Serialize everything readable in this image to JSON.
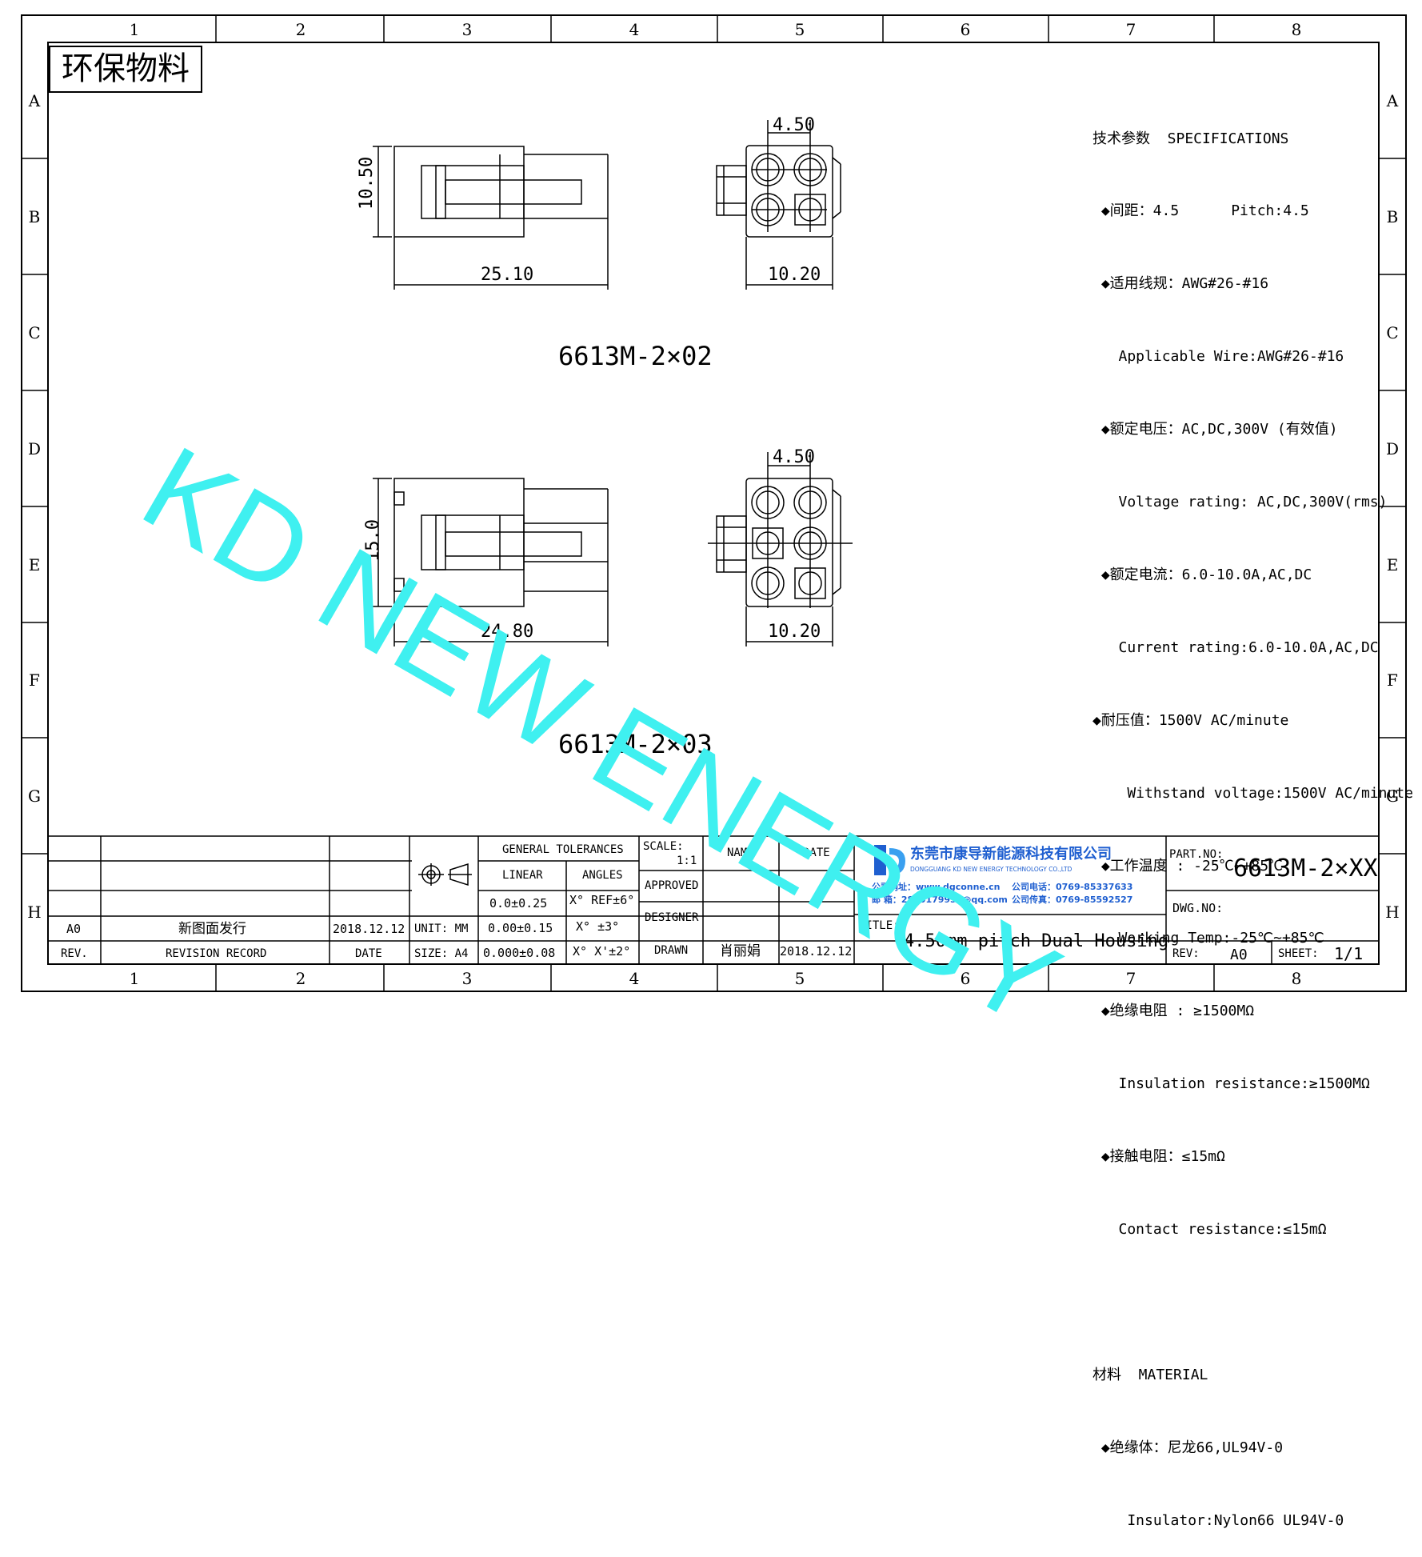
{
  "grid": {
    "cols": [
      "1",
      "2",
      "3",
      "4",
      "5",
      "6",
      "7",
      "8"
    ],
    "rows": [
      "A",
      "B",
      "C",
      "D",
      "E",
      "F",
      "G",
      "H"
    ]
  },
  "eco_label": "环保物料",
  "watermark": "KD NEW ENERGY",
  "views": {
    "top": {
      "model": "6613M-2×02",
      "dims": {
        "height": "10.50",
        "length": "25.10",
        "pitch": "4.50",
        "width": "10.20"
      }
    },
    "bottom": {
      "model": "6613M-2×03",
      "dims": {
        "height": "15.0",
        "length": "24.80",
        "pitch": "4.50",
        "width": "10.20"
      }
    }
  },
  "specs": [
    "技术参数  SPECIFICATIONS",
    " ◆间距：4.5      Pitch:4.5",
    " ◆适用线规：AWG#26-#16",
    "   Applicable Wire:AWG#26-#16",
    " ◆额定电压：AC,DC,300V (有效值)",
    "   Voltage rating: AC,DC,300V(rms)",
    " ◆额定电流：6.0-10.0A,AC,DC",
    "   Current rating:6.0-10.0A,AC,DC",
    "◆耐压值：1500V AC/minute",
    "    Withstand voltage:1500V AC/minute",
    " ◆工作温度 : -25℃~+85℃",
    "   Working Temp:-25℃~+85℃",
    " ◆绝缘电阻 : ≥1500MΩ",
    "   Insulation resistance:≥1500MΩ",
    " ◆接触电阻：≤15mΩ",
    "   Contact resistance:≤15mΩ",
    "",
    "材料  MATERIAL",
    " ◆绝缘体：尼龙66,UL94V-0",
    "    Insulator:Nylon66 UL94V-0"
  ],
  "title_block": {
    "gen_tol": "GENERAL TOLERANCES",
    "linear": "LINEAR",
    "angles": "ANGLES",
    "lin": [
      "0.0±0.25",
      "0.00±0.15",
      "0.000±0.08"
    ],
    "ang": [
      "X° REF±6°",
      "X° ±3°",
      "X° X'±2°"
    ],
    "scale_label": "SCALE:",
    "scale": "1:1",
    "approved": "APPROVED",
    "designer": "DESIGNER",
    "drawn": "DRAWN",
    "name_h": "NAME",
    "date_h": "DATE",
    "drawn_name": "肖丽娟",
    "drawn_date": "2018.12.12",
    "unit": "UNIT: MM",
    "size": "SIZE: A4",
    "rev_a0": "A0",
    "rev_record_text": "新图面发行",
    "rev_date": "2018.12.12",
    "rev_h": "REV.",
    "revrec_h": "REVISION RECORD",
    "date_col_h": "DATE",
    "company_cn": "东莞市康导新能源科技有限公司",
    "company_en": "DONGGUANG KD NEW ENERGY TECHNOLOGY CO.,LTD",
    "company_line1a": "公司网址：www.dgconne.cn",
    "company_line1b": "公司电话：0769-85337633",
    "company_line2a": "邮    箱：2850179955@qq.com",
    "company_line2b": "公司传真：0769-85592527",
    "title_label": "TITLE:",
    "title": "4.50mm pitch Dual Housing",
    "part_label": "PART.NO:",
    "part_no": "6613M-2×XX",
    "dwg_label": "DWG.NO:",
    "rev_label": "REV:",
    "rev": "A0",
    "sheet_label": "SHEET:",
    "sheet": "1/1"
  },
  "colors": {
    "watermark": "#3ff0f0",
    "logo": "#1f5fd0"
  }
}
